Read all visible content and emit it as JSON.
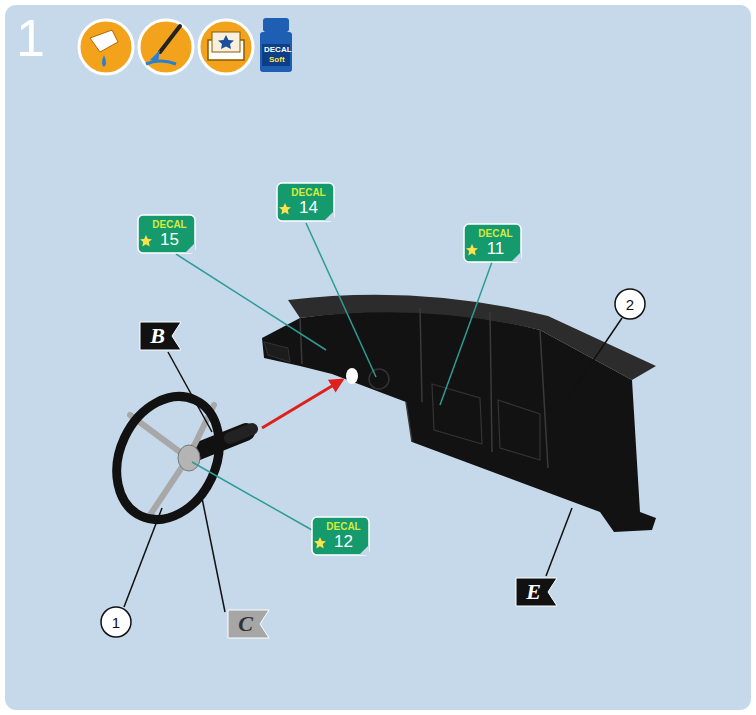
{
  "diagram": {
    "nodes": [
      {
        "text": [
          "DECAL",
          "14"
        ]
      },
      {
        "text": [
          "DECAL",
          "15"
        ]
      },
      {
        "text": [
          "DECAL",
          "11"
        ]
      },
      {
        "text": [
          "2"
        ]
      },
      {
        "text": [
          "B"
        ]
      },
      {
        "text": [
          "DECAL",
          "12"
        ]
      },
      {
        "text": [
          "E"
        ]
      },
      {
        "text": [
          "1"
        ]
      },
      {
        "text": [
          "C"
        ]
      }
    ],
    "labels": [
      "1",
      "DECAL",
      "Soft"
    ]
  }
}
